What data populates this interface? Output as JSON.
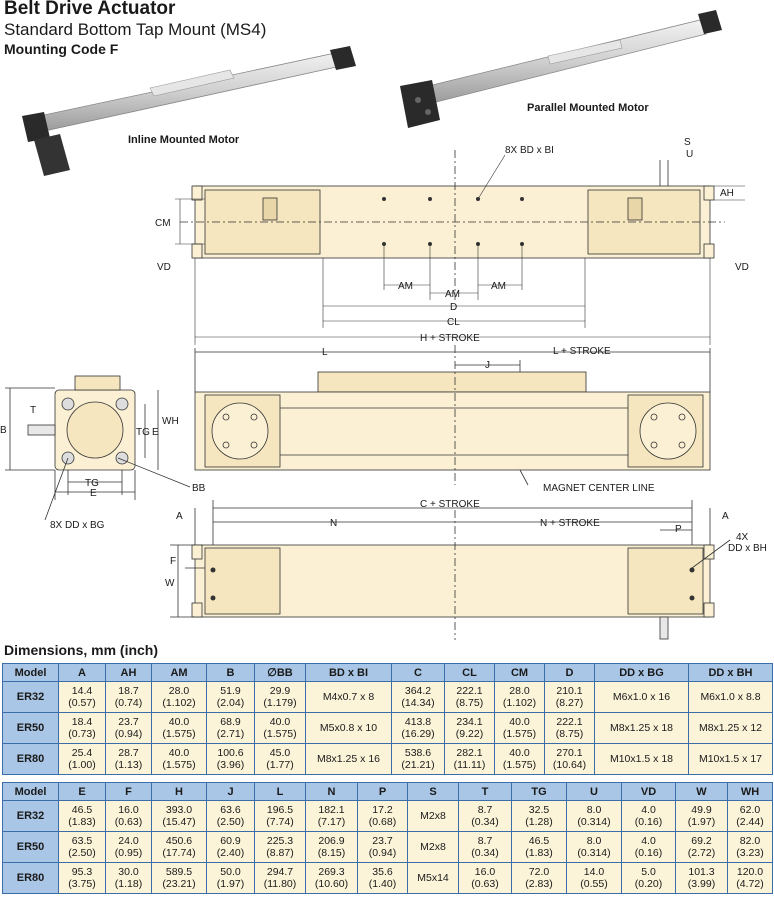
{
  "header": {
    "title": "Belt Drive Actuator",
    "subtitle": "Standard Bottom Tap Mount (MS4)",
    "code": "Mounting Code F"
  },
  "captions": {
    "inline": "Inline Mounted Motor",
    "parallel": "Parallel Mounted Motor"
  },
  "drawing_labels": {
    "bdbi": "8X BD x BI",
    "s": "S",
    "u": "U",
    "ah": "AH",
    "cm": "CM",
    "vd": "VD",
    "am": "AM",
    "d": "D",
    "cl": "CL",
    "h_stroke": "H + STROKE",
    "l": "L",
    "l_stroke": "L + STROKE",
    "j": "J",
    "t": "T",
    "b": "B",
    "tg": "TG",
    "e": "E",
    "wh": "WH",
    "bb": "BB",
    "ddbg": "8X  DD x BG",
    "magnet": "MAGNET CENTER LINE",
    "a": "A",
    "c_stroke": "C + STROKE",
    "n": "N",
    "n_stroke": "N + STROKE",
    "p": "P",
    "f": "F",
    "w": "W",
    "ddbh_1": "4X",
    "ddbh_2": "DD x BH"
  },
  "dimensions": {
    "title": "Dimensions, mm (inch)",
    "table1": {
      "headers": [
        "Model",
        "A",
        "AH",
        "AM",
        "B",
        "∅BB",
        "BD x BI",
        "C",
        "CL",
        "CM",
        "D",
        "DD x BG",
        "DD x BH"
      ],
      "rows": [
        [
          "ER32",
          "14.4",
          "(0.57)",
          "18.7",
          "(0.74)",
          "28.0",
          "(1.102)",
          "51.9",
          "(2.04)",
          "29.9",
          "(1.179)",
          "M4x0.7 x 8",
          "364.2",
          "(14.34)",
          "222.1",
          "(8.75)",
          "28.0",
          "(1.102)",
          "210.1",
          "(8.27)",
          "M6x1.0 x 16",
          "M6x1.0 x 8.8"
        ],
        [
          "ER50",
          "18.4",
          "(0.73)",
          "23.7",
          "(0.94)",
          "40.0",
          "(1.575)",
          "68.9",
          "(2.71)",
          "40.0",
          "(1.575)",
          "M5x0.8 x 10",
          "413.8",
          "(16.29)",
          "234.1",
          "(9.22)",
          "40.0",
          "(1.575)",
          "222.1",
          "(8.75)",
          "M8x1.25 x 18",
          "M8x1.25 x 12"
        ],
        [
          "ER80",
          "25.4",
          "(1.00)",
          "28.7",
          "(1.13)",
          "40.0",
          "(1.575)",
          "100.6",
          "(3.96)",
          "45.0",
          "(1.77)",
          "M8x1.25 x 16",
          "538.6",
          "(21.21)",
          "282.1",
          "(11.11)",
          "40.0",
          "(1.575)",
          "270.1",
          "(10.64)",
          "M10x1.5 x 18",
          "M10x1.5 x 17"
        ]
      ]
    },
    "table2": {
      "headers": [
        "Model",
        "E",
        "F",
        "H",
        "J",
        "L",
        "N",
        "P",
        "S",
        "T",
        "TG",
        "U",
        "VD",
        "W",
        "WH"
      ],
      "rows": [
        [
          "ER32",
          "46.5",
          "(1.83)",
          "16.0",
          "(0.63)",
          "393.0",
          "(15.47)",
          "63.6",
          "(2.50)",
          "196.5",
          "(7.74)",
          "182.1",
          "(7.17)",
          "17.2",
          "(0.68)",
          "M2x8",
          "8.7",
          "(0.34)",
          "32.5",
          "(1.28)",
          "8.0",
          "(0.314)",
          "4.0",
          "(0.16)",
          "49.9",
          "(1.97)",
          "62.0",
          "(2.44)"
        ],
        [
          "ER50",
          "63.5",
          "(2.50)",
          "24.0",
          "(0.95)",
          "450.6",
          "(17.74)",
          "60.9",
          "(2.40)",
          "225.3",
          "(8.87)",
          "206.9",
          "(8.15)",
          "23.7",
          "(0.94)",
          "M2x8",
          "8.7",
          "(0.34)",
          "46.5",
          "(1.83)",
          "8.0",
          "(0.314)",
          "4.0",
          "(0.16)",
          "69.2",
          "(2.72)",
          "82.0",
          "(3.23)"
        ],
        [
          "ER80",
          "95.3",
          "(3.75)",
          "30.0",
          "(1.18)",
          "589.5",
          "(23.21)",
          "50.0",
          "(1.97)",
          "294.7",
          "(11.80)",
          "269.3",
          "(10.60)",
          "35.6",
          "(1.40)",
          "M5x14",
          "16.0",
          "(0.63)",
          "72.0",
          "(2.83)",
          "14.0",
          "(0.55)",
          "5.0",
          "(0.20)",
          "101.3",
          "(3.99)",
          "120.0",
          "(4.72)"
        ]
      ]
    }
  }
}
